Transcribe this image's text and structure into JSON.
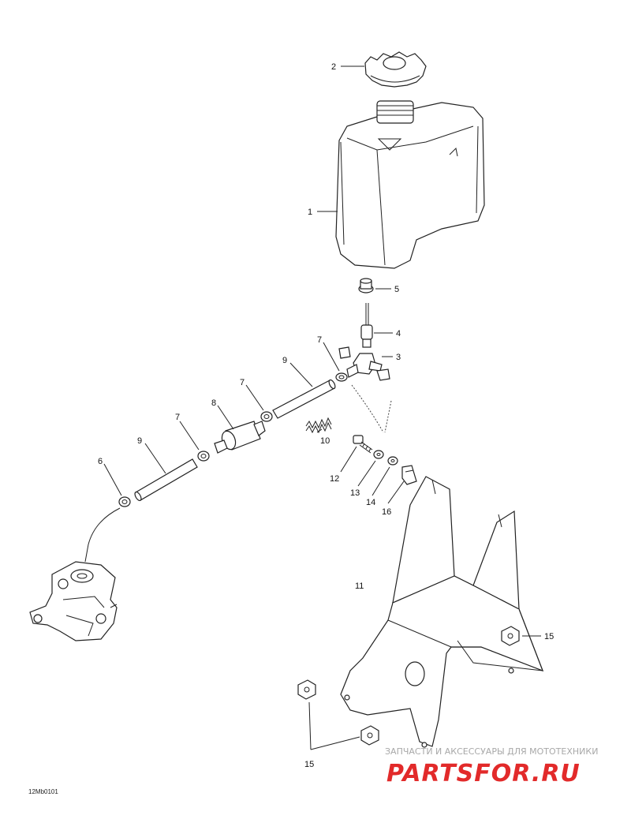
{
  "diagram": {
    "callouts": {
      "c1": "1",
      "c2": "2",
      "c3": "3",
      "c4": "4",
      "c5": "5",
      "c6": "6",
      "c7a": "7",
      "c7b": "7",
      "c7c": "7",
      "c8": "8",
      "c9a": "9",
      "c9b": "9",
      "c10": "10",
      "c11": "11",
      "c12": "12",
      "c13": "13",
      "c14": "14",
      "c15a": "15",
      "c15b": "15",
      "c16": "16"
    },
    "drawing_code": "12Mb0101"
  },
  "watermark": {
    "tagline": "ЗАПЧАСТИ И АКСЕССУАРЫ ДЛЯ МОТОТЕХНИКИ",
    "logo": "PARTSFOR.RU",
    "color": "#e22a2a"
  }
}
